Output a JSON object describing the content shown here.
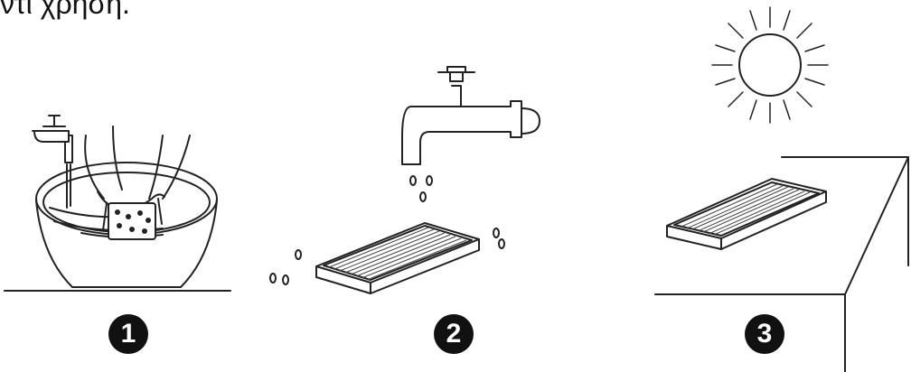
{
  "header_text": "ντι χρήση.",
  "steps": [
    {
      "number": "1",
      "icon": "washing-filter-in-basin-icon"
    },
    {
      "number": "2",
      "icon": "rinsing-filter-under-tap-icon"
    },
    {
      "number": "3",
      "icon": "drying-filter-in-sun-icon"
    }
  ]
}
